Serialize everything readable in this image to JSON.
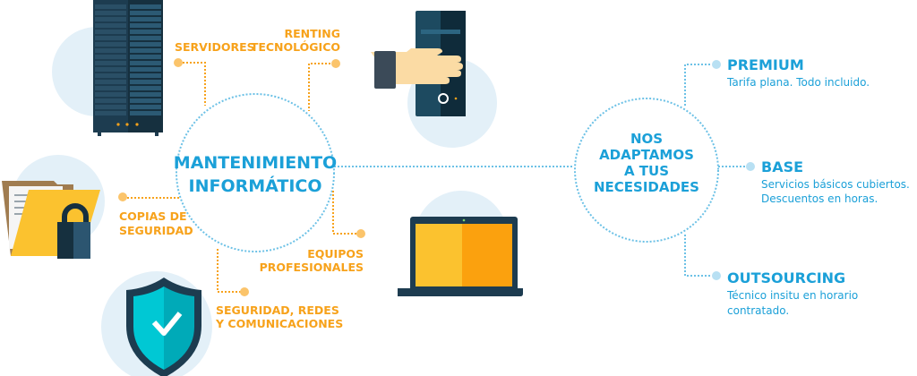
{
  "hub": {
    "line1": "MANTENIMIENTO",
    "line2": "INFORMÁTICO"
  },
  "services": [
    {
      "lines": [
        "SERVIDORES"
      ],
      "icon": "server-rack-icon"
    },
    {
      "lines": [
        "RENTING",
        "TECNOLÓGICO"
      ],
      "icon": "computer-tower-hand-icon"
    },
    {
      "lines": [
        "COPIAS DE",
        "SEGURIDAD"
      ],
      "icon": "locked-folder-icon"
    },
    {
      "lines": [
        "EQUIPOS",
        "PROFESIONALES"
      ],
      "icon": "laptop-icon"
    },
    {
      "lines": [
        "SEGURIDAD, REDES",
        "Y COMUNICACIONES"
      ],
      "icon": "shield-check-icon"
    }
  ],
  "adapt": {
    "lines": [
      "NOS",
      "ADAPTAMOS",
      "A TUS",
      "NECESIDADES"
    ]
  },
  "plans": [
    {
      "title": "PREMIUM",
      "desc": [
        "Tarifa plana. Todo incluido."
      ]
    },
    {
      "title": "BASE",
      "desc": [
        "Servicios básicos cubiertos.",
        "Descuentos en horas."
      ]
    },
    {
      "title": "OUTSOURCING",
      "desc": [
        "Técnico insitu en horario",
        "contratado."
      ]
    }
  ],
  "colors": {
    "orange": "#f7a21b",
    "blue": "#1ba0d8",
    "navy": "#1d3c50",
    "pale": "#e3f0f8"
  }
}
